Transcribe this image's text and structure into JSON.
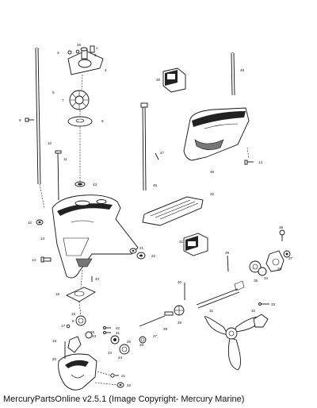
{
  "caption": "MercuryPartsOnline v2.5.1 (Image Copyright- Mercury Marine)",
  "callouts": {
    "n1": "1",
    "n2": "2",
    "n3": "3",
    "n4": "4",
    "n5": "5",
    "n6": "6",
    "n7": "7",
    "n8": "8",
    "n9": "9",
    "n10": "10",
    "n11": "11",
    "n12": "12",
    "n13": "13",
    "n14": "14",
    "n15": "15",
    "n16": "16",
    "n17": "17",
    "n18": "18",
    "n19": "19",
    "n20": "20",
    "n21": "21",
    "n22": "22",
    "n23": "23",
    "n24": "24",
    "n25": "25",
    "n26": "26",
    "n27": "27",
    "n28": "28",
    "n29": "29",
    "n30": "30",
    "n31": "31",
    "n32": "32",
    "n33": "33",
    "n34": "34",
    "n35": "35",
    "n36": "36",
    "n37": "37",
    "n38": "38",
    "n39": "39",
    "n40": "40",
    "n41": "41",
    "n42": "42",
    "n43": "43",
    "n44": "44",
    "n45": "45",
    "n46": "46",
    "n47": "47",
    "n48": "48",
    "n49": "49"
  }
}
